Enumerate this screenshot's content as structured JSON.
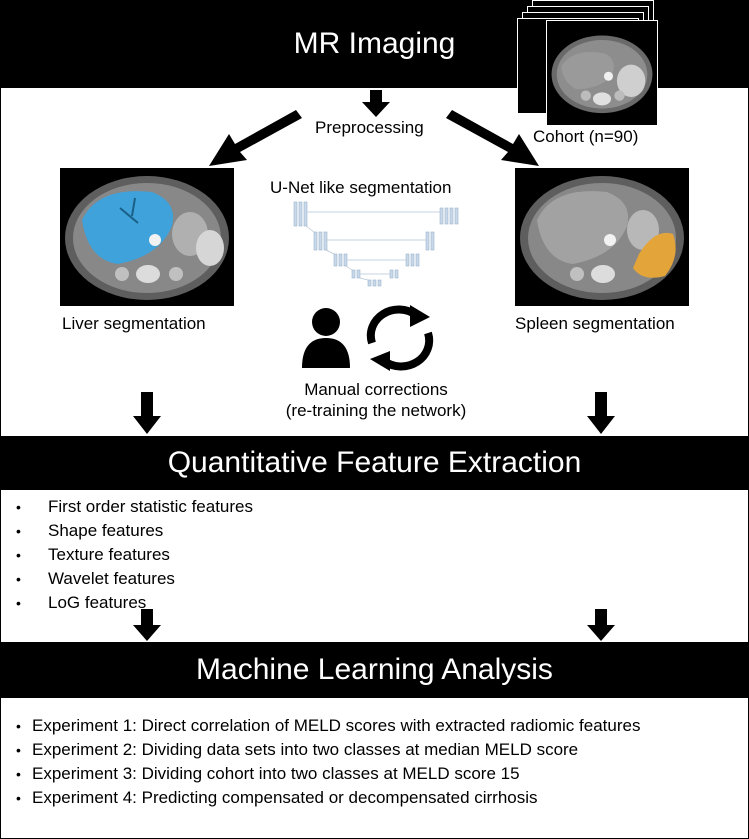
{
  "header": {
    "title": "MR Imaging"
  },
  "cohort": {
    "label": "Cohort (n=90)"
  },
  "preprocessing": {
    "label": "Preprocessing"
  },
  "unet": {
    "label": "U-Net like segmentation"
  },
  "liver": {
    "label": "Liver segmentation",
    "mask_color": "#3fa2db"
  },
  "spleen": {
    "label": "Spleen segmentation",
    "mask_color": "#e3a43a"
  },
  "manual": {
    "line1": "Manual corrections",
    "line2": "(re-training the network)"
  },
  "feature_extraction": {
    "title": "Quantitative Feature Extraction",
    "items": [
      "First order statistic features",
      "Shape features",
      "Texture features",
      "Wavelet features",
      "LoG features"
    ]
  },
  "ml_analysis": {
    "title": "Machine Learning Analysis",
    "items": [
      "Experiment 1: Direct correlation of MELD scores with extracted radiomic features",
      "Experiment 2: Dividing data sets into two classes at median MELD score",
      "Experiment 3: Dividing cohort into two classes at MELD score 15",
      "Experiment 4: Predicting compensated or decompensated cirrhosis"
    ]
  }
}
